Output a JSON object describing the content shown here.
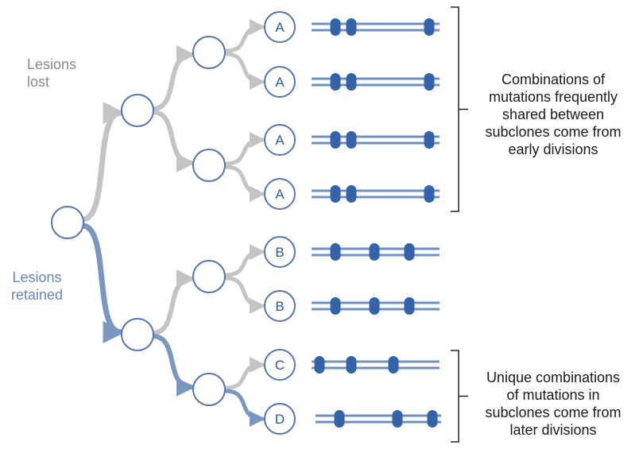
{
  "labels": {
    "lost": [
      "Lesions",
      "lost"
    ],
    "retained": [
      "Lesions",
      "retained"
    ]
  },
  "annotations": {
    "early": [
      "Combinations of",
      "mutations frequently",
      "shared between",
      "subclones come from",
      "early divisions"
    ],
    "late": [
      "Unique combinations",
      "of mutations in",
      "subclones come from",
      "later divisions"
    ]
  },
  "leaves": [
    {
      "label": "A"
    },
    {
      "label": "A"
    },
    {
      "label": "A"
    },
    {
      "label": "A"
    },
    {
      "label": "B"
    },
    {
      "label": "B"
    },
    {
      "label": "C"
    },
    {
      "label": "D"
    }
  ],
  "colors": {
    "lost_arrow": "#c4c4c4",
    "retained_arrow": "#7b97bf",
    "circle_stroke": "#5577aa",
    "leaf_text": "#2c5a96",
    "chromosome": "#7190c0",
    "mutation": "#3563a8",
    "lost_label": "#8a8a8a",
    "retained_label": "#6689b9",
    "bracket": "#222222"
  }
}
